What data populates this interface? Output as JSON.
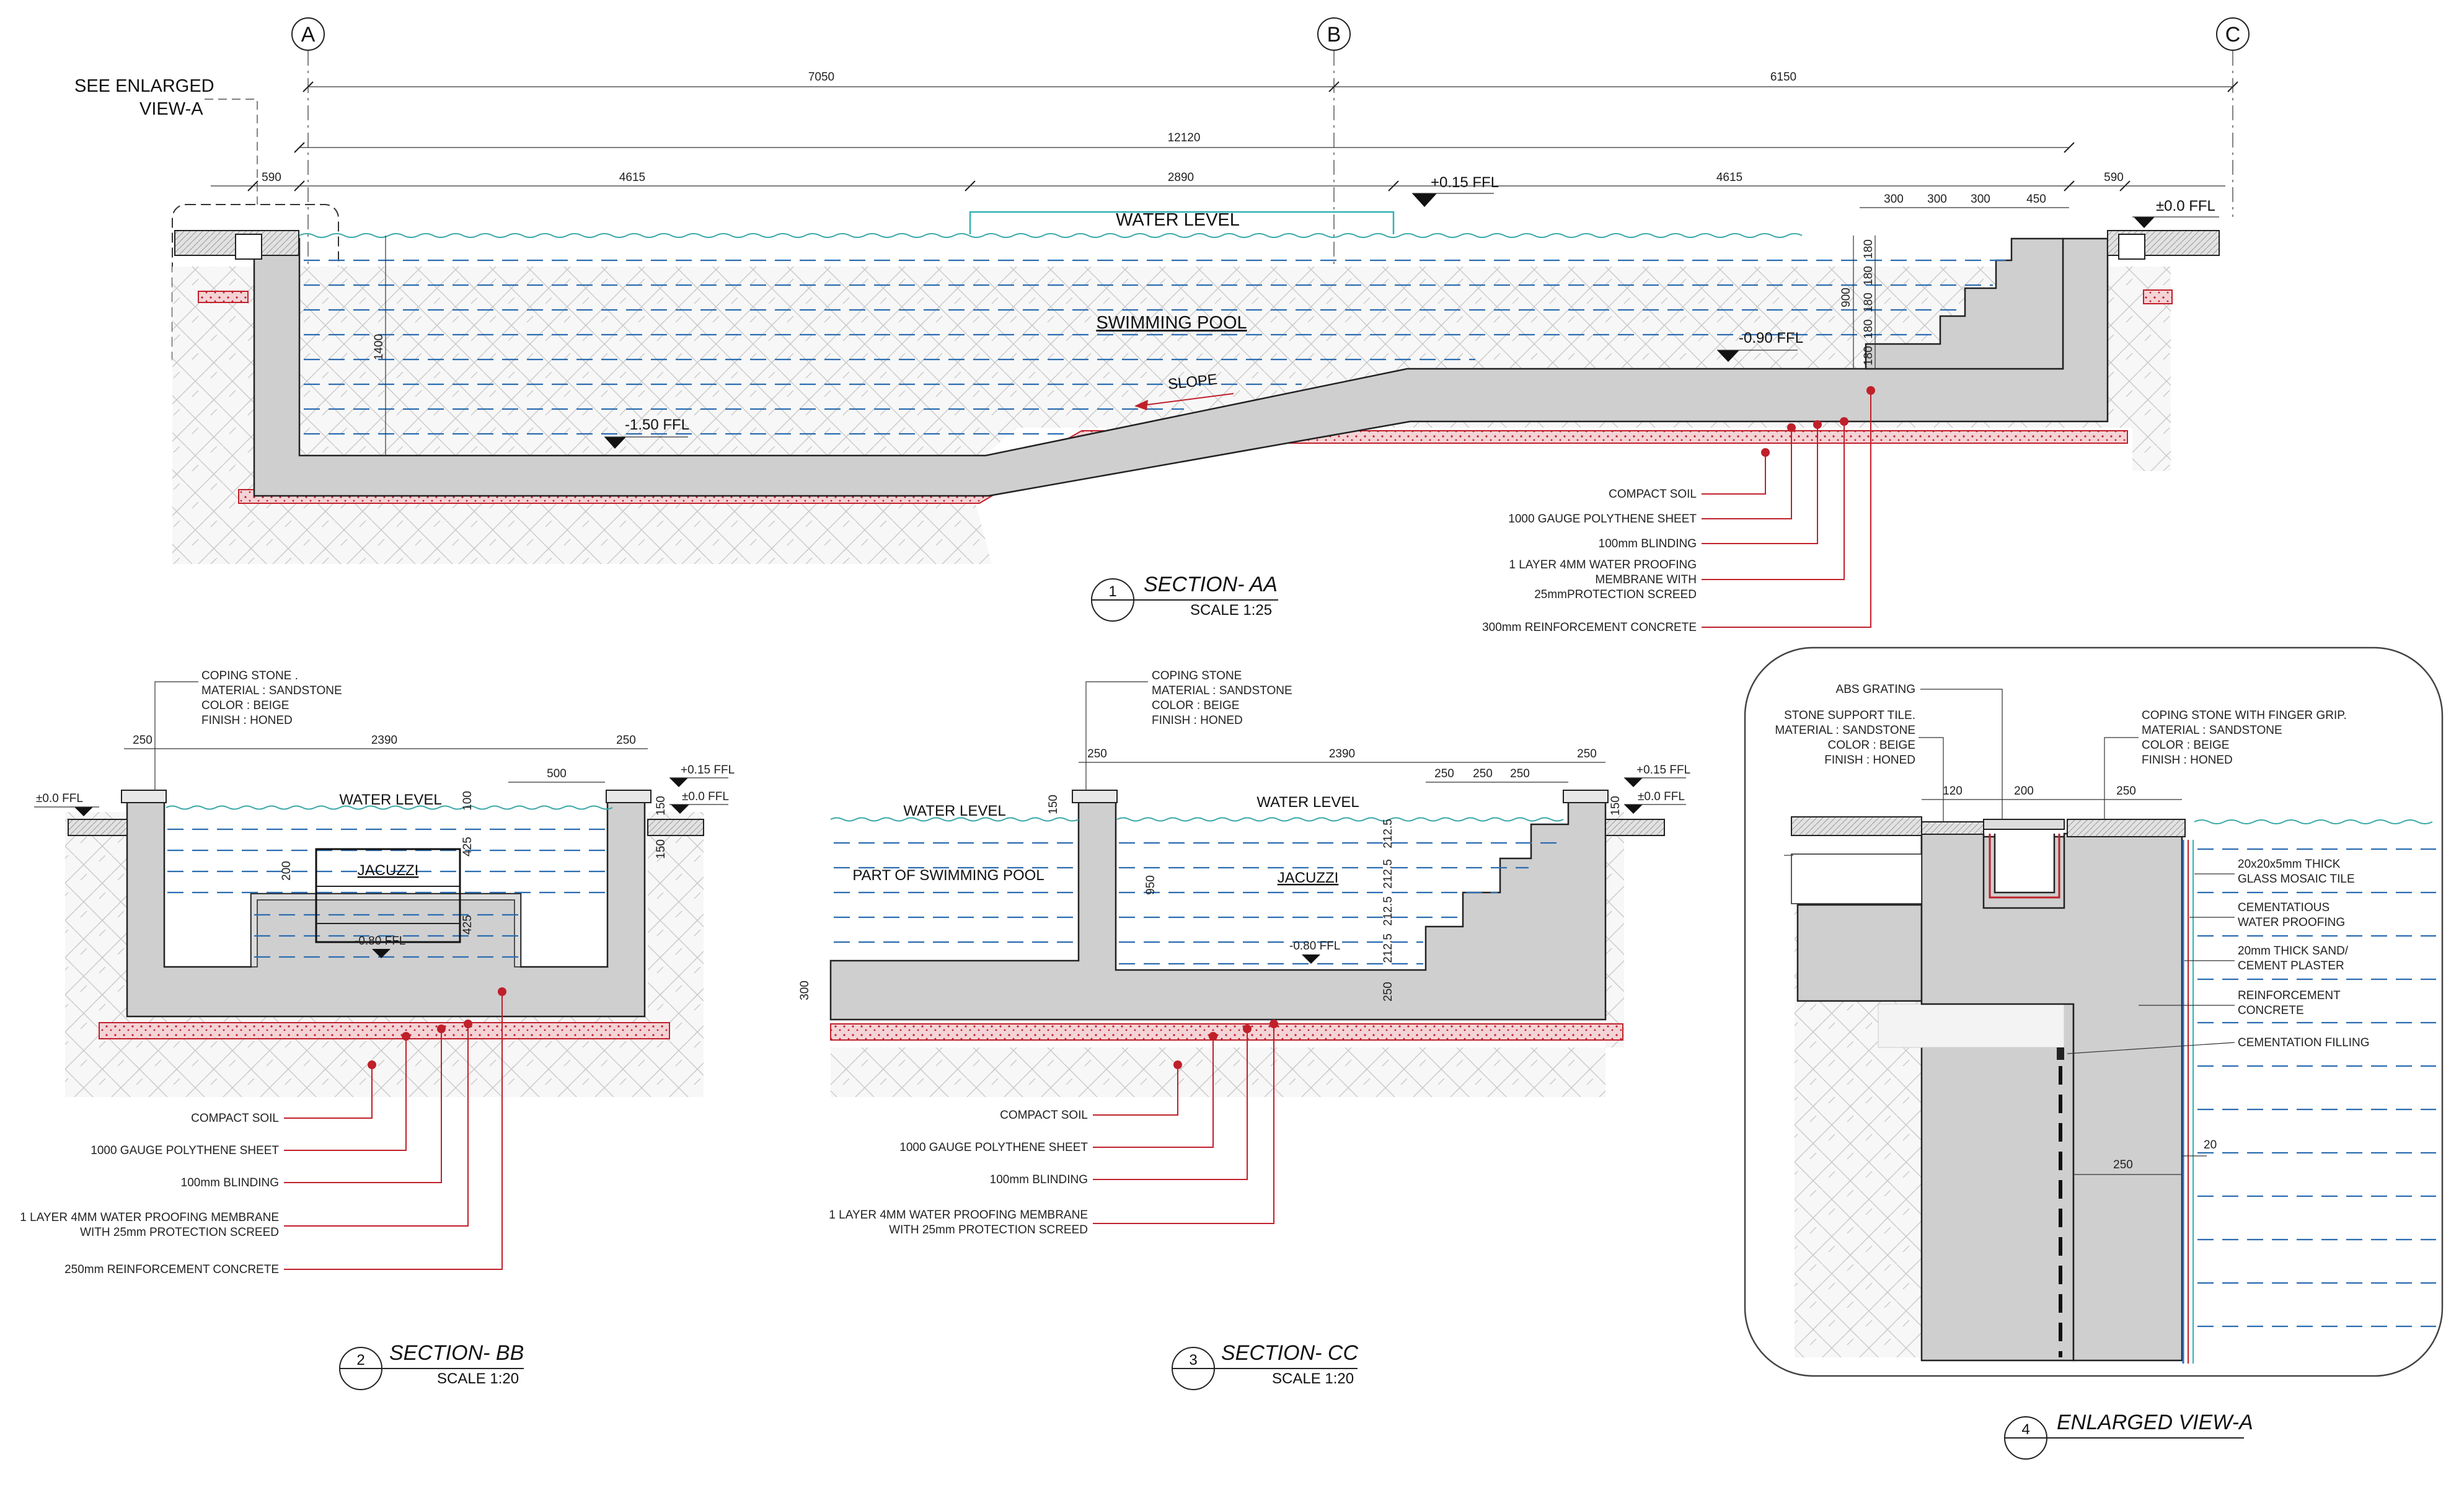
{
  "grid": [
    "A",
    "B",
    "C"
  ],
  "see_enlarged": [
    "SEE ENLARGED",
    "VIEW-A"
  ],
  "sectionAA": {
    "dims_top": [
      "7050",
      "6150"
    ],
    "dim_total": "12120",
    "dims_mid": [
      "590",
      "4615",
      "2890",
      "4615",
      "590"
    ],
    "step_dims": [
      "300",
      "300",
      "300",
      "450"
    ],
    "step_rises": [
      "180",
      "180",
      "180",
      "180",
      "180"
    ],
    "dim_900": "900",
    "dim_1400": "1400",
    "water_level": "WATER LEVEL",
    "pool": "SWIMMING POOL",
    "slope": "SLOPE",
    "lvl_top": "+0.15 FFL",
    "lvl_ffl": "±0.0 FFL",
    "lvl_mid": "-0.90 FFL",
    "lvl_low": "-1.50 FFL",
    "notes": [
      "COMPACT SOIL",
      "1000 GAUGE POLYTHENE SHEET",
      "100mm BLINDING",
      "1 LAYER 4MM WATER PROOFING",
      "MEMBRANE WITH",
      "25mmPROTECTION SCREED",
      "300mm REINFORCEMENT CONCRETE"
    ],
    "title": "SECTION- AA",
    "num": "1",
    "scale": "SCALE 1:25"
  },
  "sectionBB": {
    "coping": [
      "COPING STONE .",
      "MATERIAL : SANDSTONE",
      "COLOR : BEIGE",
      "FINISH : HONED"
    ],
    "dims": [
      "250",
      "2390",
      "250",
      "500"
    ],
    "vdims": [
      "150",
      "100",
      "425",
      "200",
      "425",
      "150"
    ],
    "water_level": "WATER LEVEL",
    "jacuzzi": "JACUZZI",
    "lvl_top": "+0.15 FFL",
    "lvl_ffl": "±0.0 FFL",
    "lvl_ffl_r": "±0.0 FFL",
    "lvl_low": "-0.80 FFL",
    "notes": [
      "COMPACT SOIL",
      "1000 GAUGE POLYTHENE SHEET",
      "100mm BLINDING",
      "1 LAYER 4MM WATER PROOFING MEMBRANE",
      "WITH 25mm PROTECTION SCREED",
      "250mm REINFORCEMENT CONCRETE"
    ],
    "title": "SECTION- BB",
    "num": "2",
    "scale": "SCALE 1:20"
  },
  "sectionCC": {
    "coping": [
      "COPING STONE",
      "MATERIAL : SANDSTONE",
      "COLOR : BEIGE",
      "FINISH : HONED"
    ],
    "dims": [
      "250",
      "2390",
      "250",
      "250",
      "250",
      "250"
    ],
    "vdims": [
      "150",
      "150",
      "950",
      "212.5",
      "212.5",
      "212.5",
      "212.5",
      "300",
      "250"
    ],
    "water_level_l": "WATER LEVEL",
    "water_level": "WATER LEVEL",
    "pool_part": "PART OF SWIMMING POOL",
    "jacuzzi": "JACUZZI",
    "lvl_top": "+0.15 FFL",
    "lvl_ffl": "±0.0 FFL",
    "lvl_low": "-0.80 FFL",
    "notes": [
      "COMPACT SOIL",
      "1000 GAUGE POLYTHENE SHEET",
      "100mm BLINDING",
      "1 LAYER 4MM WATER PROOFING MEMBRANE",
      "WITH 25mm PROTECTION SCREED"
    ],
    "title": "SECTION- CC",
    "num": "3",
    "scale": "SCALE 1:20"
  },
  "enlarged": {
    "abs": "ABS GRATING",
    "support": [
      "STONE SUPPORT TILE.",
      "MATERIAL : SANDSTONE",
      "COLOR : BEIGE",
      "FINISH : HONED"
    ],
    "coping": [
      "COPING STONE WITH FINGER GRIP.",
      "MATERIAL : SANDSTONE",
      "COLOR : BEIGE",
      "FINISH : HONED"
    ],
    "dims": [
      "120",
      "200",
      "250",
      "250",
      "20"
    ],
    "right_notes": [
      "20x20x5mm THICK",
      "GLASS MOSAIC TILE",
      "CEMENTATIOUS",
      "WATER PROOFING",
      "20mm THICK SAND/",
      "CEMENT PLASTER",
      "REINFORCEMENT",
      "CONCRETE",
      "CEMENTATION FILLING"
    ],
    "title": "ENLARGED VIEW-A",
    "num": "4"
  }
}
